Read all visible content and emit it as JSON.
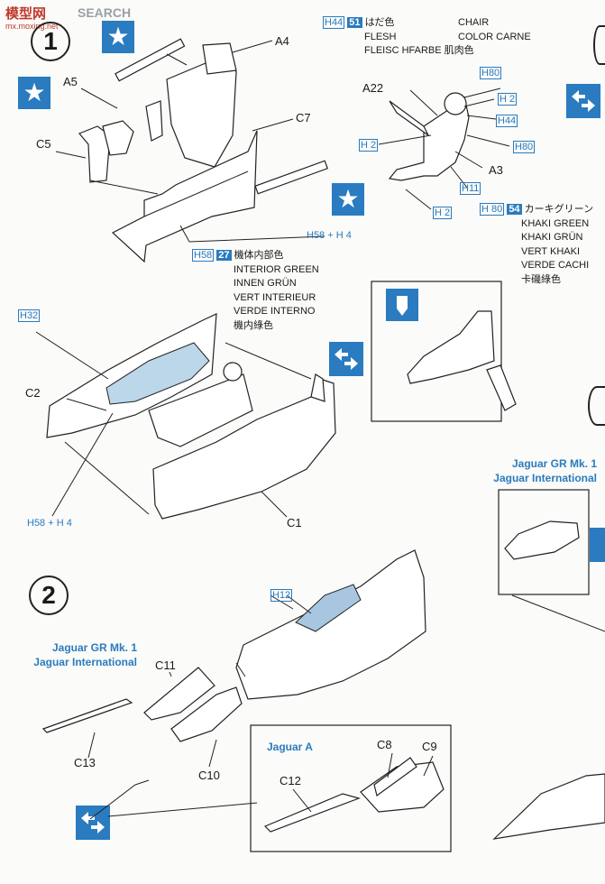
{
  "header": {
    "logo_chars": "模型网",
    "site_text": "SEARCH",
    "url_text": "mx.moxing.net"
  },
  "steps": {
    "one": "1",
    "two": "2"
  },
  "parts": {
    "a4": "A4",
    "a5": "A5",
    "c5": "C5",
    "c7": "C7",
    "a22": "A22",
    "a3": "A3",
    "c2": "C2",
    "c1": "C1",
    "c11": "C11",
    "c13": "C13",
    "c10": "C10",
    "c8": "C8",
    "c9": "C9",
    "c12": "C12"
  },
  "paint": {
    "h44_51": {
      "code": "H44",
      "num": "51",
      "jp": "はだ色",
      "en1": "FLESH",
      "de": "FLEISC HFARBE",
      "fr": "CHAIR",
      "es": "COLOR CARNE",
      "cn": "肌肉色"
    },
    "h58_27": {
      "code": "H58",
      "num": "27",
      "jp": "機体内部色",
      "en": "INTERIOR GREEN",
      "de": "INNEN GRÜN",
      "fr": "VERT INTERIEUR",
      "es": "VERDE INTERNO",
      "cn": "機内綠色"
    },
    "h80_54": {
      "code": "H 80",
      "num": "54",
      "jp": "カーキグリーン",
      "en": "KHAKI GREEN",
      "de": "KHAKI GRÜN",
      "fr": "VERT KHAKI",
      "es": "VERDE CACHI",
      "cn": "卡磯綠色"
    }
  },
  "codes": {
    "h80_top": "H80",
    "h2_a": "H 2",
    "h44": "H44",
    "h2_b": "H 2",
    "h80_mid": "H80",
    "h11": "H11",
    "h2_c": "H 2",
    "h58_h4_top": "H58 + H 4",
    "h32": "H32",
    "h58_h4_bottom": "H58 + H 4",
    "h12": "H12"
  },
  "variants": {
    "right": [
      "Jaguar GR Mk. 1",
      "Jaguar International"
    ],
    "left": [
      "Jaguar GR Mk. 1",
      "Jaguar International"
    ],
    "box": "Jaguar A"
  },
  "colors": {
    "accent": "#2a7bbf",
    "interior_fill": "#bcd6ea"
  }
}
